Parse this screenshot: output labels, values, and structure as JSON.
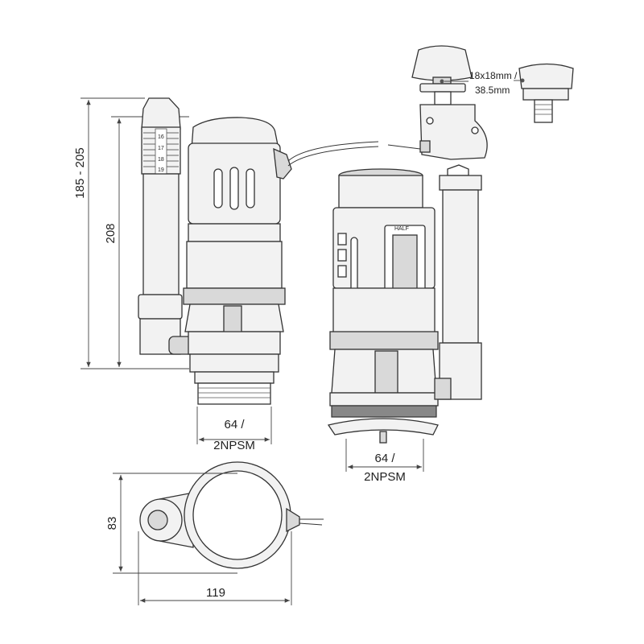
{
  "dimensions": {
    "overall_height_range": "185 - 205",
    "overflow_height": "208",
    "left_thread_line1": "64 /",
    "left_thread_line2": "2NPSM",
    "right_thread_line1": "64 /",
    "right_thread_line2": "2NPSM",
    "button_size_line1": "18x18mm /",
    "button_size_line2": "38.5mm",
    "plan_depth": "83",
    "plan_width": "119"
  },
  "overflow_scale": [
    "16",
    "17",
    "18",
    "19"
  ],
  "valve_label": "HALF"
}
